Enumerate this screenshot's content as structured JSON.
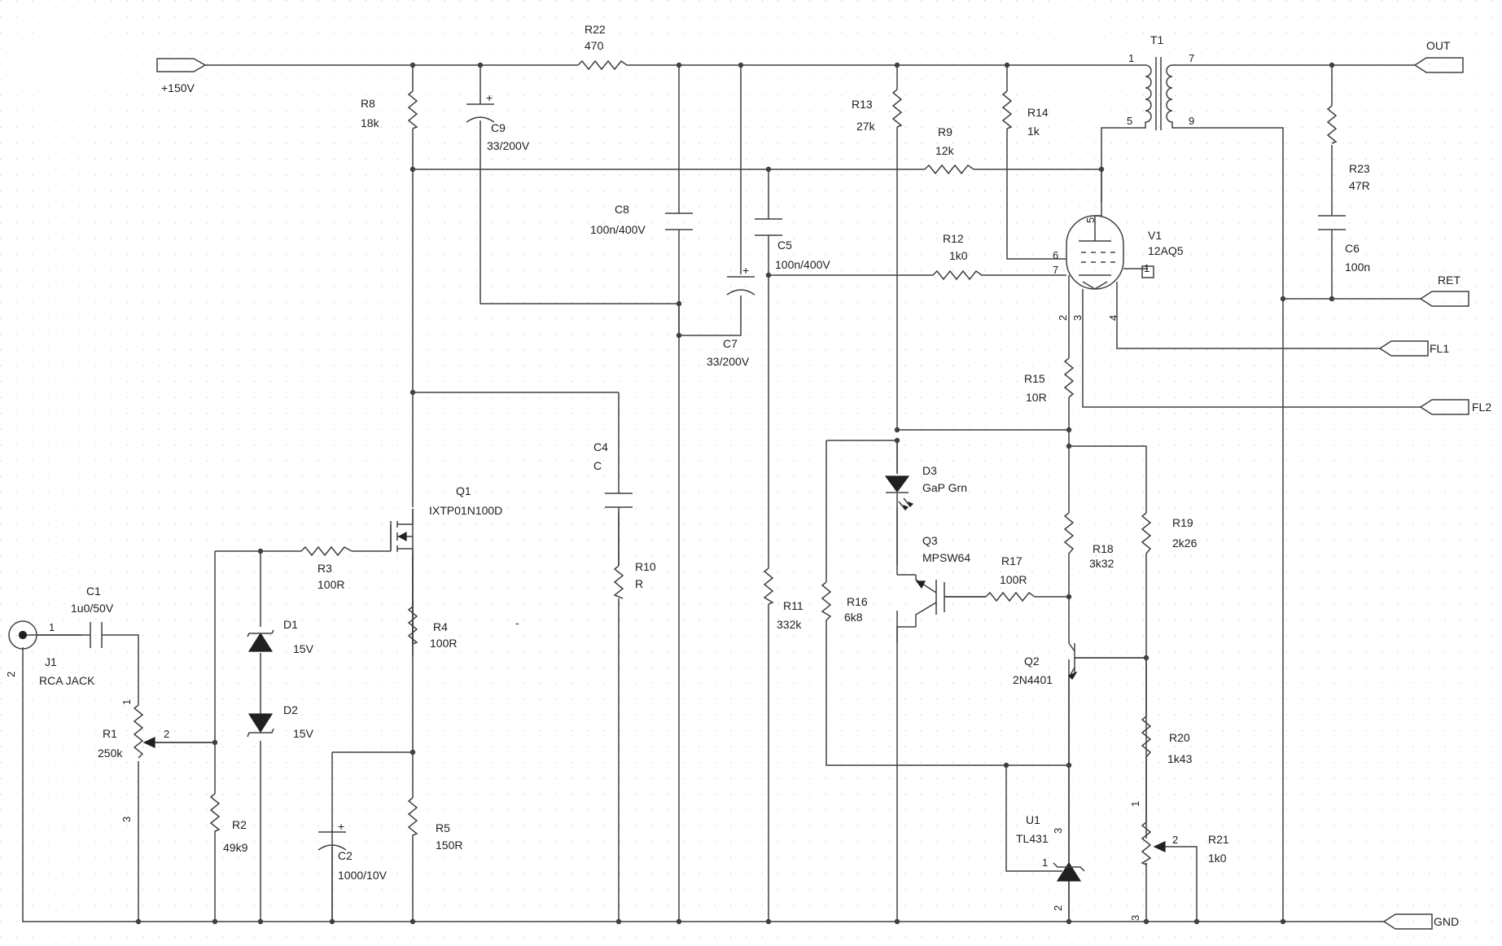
{
  "ports": {
    "p150": "+150V",
    "out": "OUT",
    "ret": "RET",
    "fl1": "FL1",
    "fl2": "FL2",
    "gnd": "GND"
  },
  "components": {
    "R22": {
      "ref": "R22",
      "value": "470"
    },
    "R8": {
      "ref": "R8",
      "value": "18k"
    },
    "C9": {
      "ref": "C9",
      "value": "33/200V"
    },
    "C8": {
      "ref": "C8",
      "value": "100n/400V"
    },
    "C7": {
      "ref": "C7",
      "value": "33/200V"
    },
    "C5": {
      "ref": "C5",
      "value": "100n/400V"
    },
    "R13": {
      "ref": "R13",
      "value": "27k"
    },
    "R14": {
      "ref": "R14",
      "value": "1k"
    },
    "R9": {
      "ref": "R9",
      "value": "12k"
    },
    "R12": {
      "ref": "R12",
      "value": "1k0"
    },
    "T1": {
      "ref": "T1"
    },
    "V1": {
      "ref": "V1",
      "value": "12AQ5"
    },
    "R23": {
      "ref": "R23",
      "value": "47R"
    },
    "C6": {
      "ref": "C6",
      "value": "100n"
    },
    "R15": {
      "ref": "R15",
      "value": "10R"
    },
    "C4": {
      "ref": "C4",
      "value": "C"
    },
    "R10": {
      "ref": "R10",
      "value": "R"
    },
    "Q1": {
      "ref": "Q1",
      "value": "IXTP01N100D"
    },
    "R3": {
      "ref": "R3",
      "value": "100R"
    },
    "R4": {
      "ref": "R4",
      "value": "100R"
    },
    "R5": {
      "ref": "R5",
      "value": "150R"
    },
    "C2": {
      "ref": "C2",
      "value": "1000/10V"
    },
    "D1": {
      "ref": "D1",
      "value": "15V"
    },
    "D2": {
      "ref": "D2",
      "value": "15V"
    },
    "R2": {
      "ref": "R2",
      "value": "49k9"
    },
    "R1": {
      "ref": "R1",
      "value": "250k"
    },
    "C1": {
      "ref": "C1",
      "value": "1u0/50V"
    },
    "J1": {
      "ref": "J1",
      "value": "RCA JACK"
    },
    "R11": {
      "ref": "R11",
      "value": "332k"
    },
    "D3": {
      "ref": "D3",
      "value": "GaP Grn"
    },
    "Q3": {
      "ref": "Q3",
      "value": "MPSW64"
    },
    "R17": {
      "ref": "R17",
      "value": "100R"
    },
    "R16": {
      "ref": "R16",
      "value": "6k8"
    },
    "R18": {
      "ref": "R18",
      "value": "3k32"
    },
    "R19": {
      "ref": "R19",
      "value": "2k26"
    },
    "Q2": {
      "ref": "Q2",
      "value": "2N4401"
    },
    "R20": {
      "ref": "R20",
      "value": "1k43"
    },
    "U1": {
      "ref": "U1",
      "value": "TL431"
    },
    "R21": {
      "ref": "R21",
      "value": "1k0"
    }
  },
  "pins": {
    "t1_1": "1",
    "t1_7": "7",
    "t1_5": "5",
    "t1_9": "9",
    "v1_5": "5",
    "v1_6": "6",
    "v1_7": "7",
    "v1_1": "1",
    "v1_2": "2",
    "v1_3": "3",
    "v1_4": "4",
    "c1_1": "1",
    "j1_2": "2",
    "r1_1": "1",
    "r1_2": "2",
    "r1_3": "3",
    "u1_3": "3",
    "u1_1": "1",
    "u1_2": "2",
    "r21_1": "1",
    "r21_2": "2",
    "r21_3": "3"
  },
  "annotations": {
    "dash": "-",
    "plus": "+"
  }
}
